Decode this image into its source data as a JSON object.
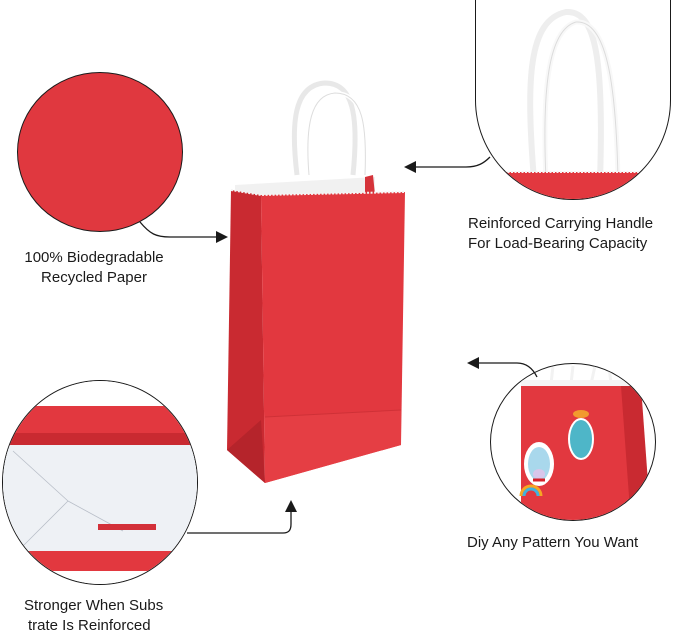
{
  "infographic": {
    "colors": {
      "bag_red": "#e2383f",
      "bag_red_dark": "#c92a31",
      "handle_white": "#f4f4f4",
      "line_black": "#1a1a1a"
    },
    "callouts": [
      {
        "id": "paper",
        "line1": "100% Biodegradable",
        "line2": "Recycled Paper",
        "icon": "red-paper-texture-closeup"
      },
      {
        "id": "handle",
        "line1": "Reinforced Carrying Handle",
        "line2": "For Load-Bearing Capacity",
        "icon": "white-twisted-handle-closeup"
      },
      {
        "id": "bottom",
        "line1": "Stronger When Subs",
        "line2": "trate Is Reinforced",
        "icon": "reinforced-bottom-closeup"
      },
      {
        "id": "diy",
        "line1": "Diy Any Pattern You Want",
        "line2": "",
        "icon": "bag-with-stickers-closeup"
      }
    ],
    "product": {
      "name": "red-kraft-paper-bag",
      "icon": "shopping-bag"
    }
  }
}
